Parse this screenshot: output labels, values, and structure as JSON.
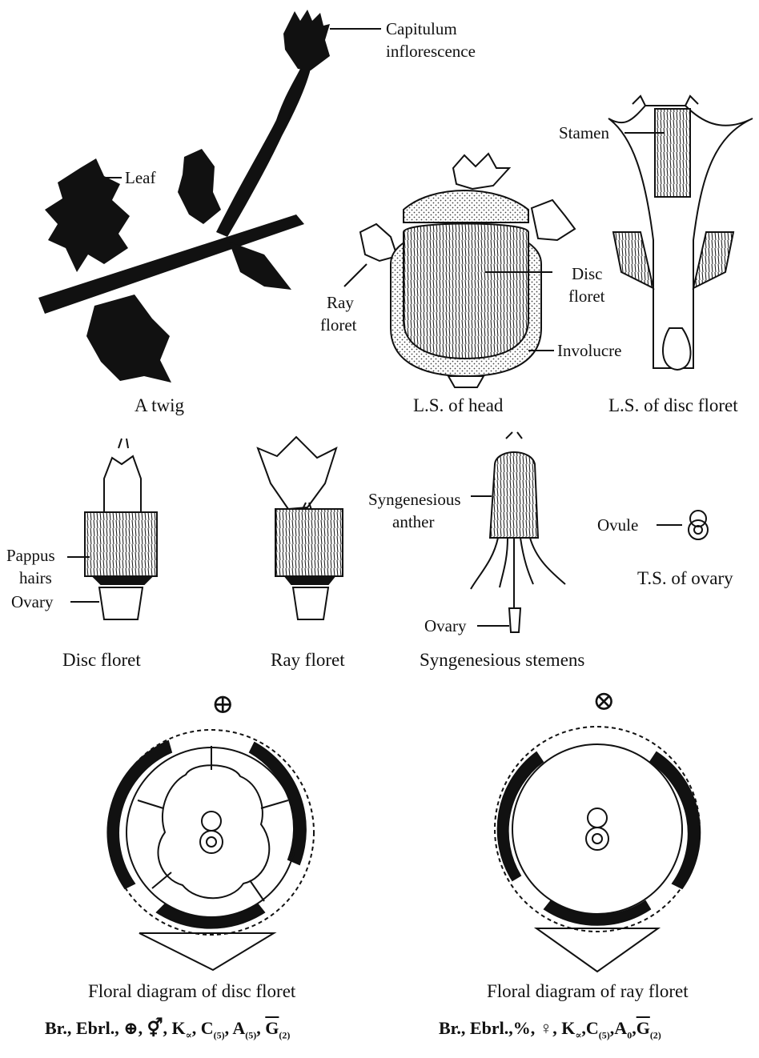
{
  "panels": {
    "twig": {
      "caption": "A twig",
      "labels": {
        "capitulum_line1": "Capitulum",
        "capitulum_line2": "inflorescence",
        "leaf": "Leaf"
      }
    },
    "head_ls": {
      "caption": "L.S. of head",
      "labels": {
        "ray_line1": "Ray",
        "ray_line2": "floret",
        "disc_line1": "Disc",
        "disc_line2": "floret",
        "involucre": "Involucre"
      }
    },
    "disc_floret_ls": {
      "caption": "L.S. of disc floret",
      "labels": {
        "stamen": "Stamen"
      }
    },
    "disc_floret": {
      "caption": "Disc floret",
      "labels": {
        "pappus_line1": "Pappus",
        "pappus_line2": "hairs",
        "ovary": "Ovary"
      }
    },
    "ray_floret": {
      "caption": "Ray floret"
    },
    "stamens": {
      "caption": "Syngenesious  stemens",
      "labels": {
        "anther_line1": "Syngenesious",
        "anther_line2": "anther",
        "ovary": "Ovary"
      }
    },
    "ovary_ts": {
      "caption": "T.S. of ovary",
      "labels": {
        "ovule": "Ovule"
      }
    },
    "fd_disc": {
      "caption": "Floral diagram of disc floret",
      "symbol": "⊕",
      "formula": {
        "prefix": "Br., Ebrl., ",
        "sym1": "⊕",
        "sep": ", ",
        "sex": "⚥",
        "k": "K",
        "k_sub": "∝",
        "c": "C",
        "c_sub": "(5)",
        "a": "A",
        "a_sub": "(5)",
        "g": "G",
        "g_sub": "(2)"
      }
    },
    "fd_ray": {
      "caption": "Floral diagram of ray floret",
      "symbol": "⊗",
      "formula": {
        "prefix": "Br., Ebrl.,%, ",
        "sex": "♀",
        "k": "K",
        "k_sub": "∝",
        "c": "C",
        "c_sub": "(5)",
        "a": "A",
        "a_sub": "0",
        "g": "G",
        "g_sub": "(2)"
      }
    }
  },
  "colors": {
    "ink": "#111111",
    "paper": "#ffffff",
    "stipple": "#555555"
  }
}
